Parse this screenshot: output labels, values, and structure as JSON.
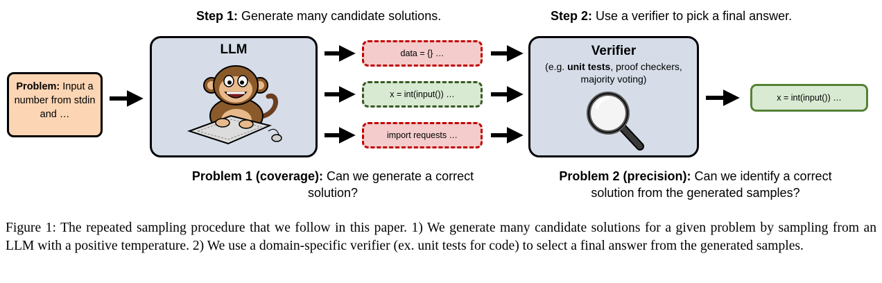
{
  "step1": {
    "label": "Step 1:",
    "text": "Generate many candidate solutions."
  },
  "step2": {
    "label": "Step 2:",
    "text": "Use a verifier to pick a final answer."
  },
  "problem": {
    "label": "Problem:",
    "text": "Input a number from stdin and …"
  },
  "llm": {
    "title": "LLM",
    "icon": "monkey-at-keyboard-icon"
  },
  "candidates": [
    {
      "text": "data = {} …",
      "status": "incorrect",
      "color": "#c00000"
    },
    {
      "text": "x = int(input()) …",
      "status": "correct",
      "color": "#385723"
    },
    {
      "text": "import requests …",
      "status": "incorrect",
      "color": "#c00000"
    }
  ],
  "verifier": {
    "title": "Verifier",
    "sub_pre": "(e.g. ",
    "sub_bold": "unit tests",
    "sub_post": ", proof checkers, majority voting)",
    "icon": "magnifying-glass-icon"
  },
  "final_answer": "x = int(input()) …",
  "problem1": {
    "label": "Problem 1 (coverage):",
    "text": "Can we generate a correct solution?"
  },
  "problem2": {
    "label": "Problem 2 (precision):",
    "text": "Can we identify a correct solution from the generated samples?"
  },
  "caption": "Figure 1: The repeated sampling procedure that we follow in this paper. 1) We generate many candidate solutions for a given problem by sampling from an LLM with a positive temperature. 2) We use a domain-specific verifier (ex. unit tests for code) to select a final answer from the generated samples.",
  "colors": {
    "llm_box": "#d6dde9",
    "problem_box": "#fcd5b4",
    "bad": "#f4cccc",
    "good": "#d9ead3"
  }
}
